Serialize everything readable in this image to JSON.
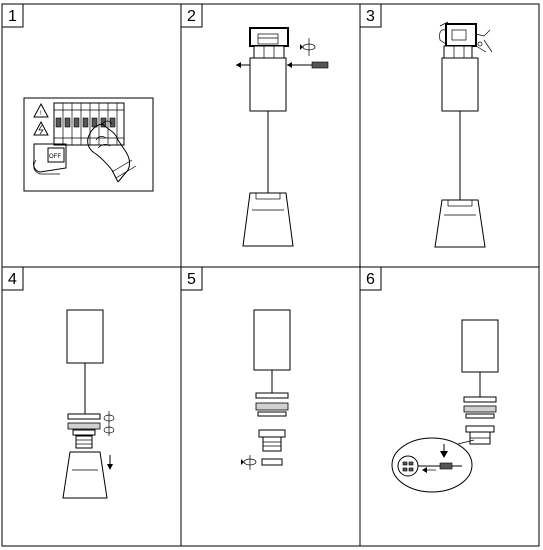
{
  "steps": [
    {
      "number": "1"
    },
    {
      "number": "2"
    },
    {
      "number": "3"
    },
    {
      "number": "4"
    },
    {
      "number": "5"
    },
    {
      "number": "6"
    }
  ],
  "switch_label": "OFF",
  "colors": {
    "line": "#000000",
    "background": "#ffffff",
    "shade": "#d0d0d0"
  }
}
